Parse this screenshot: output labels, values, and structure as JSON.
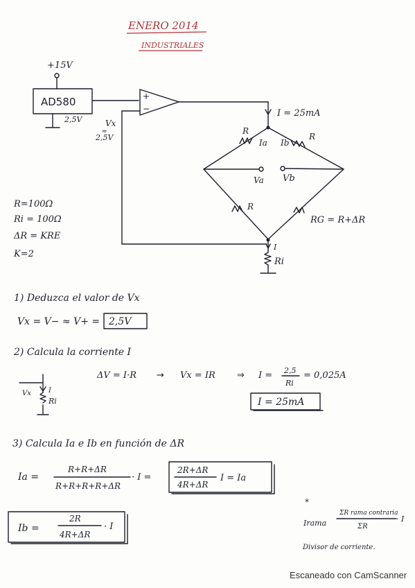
{
  "header": {
    "title": "ENERO 2014",
    "subtitle": "INDUSTRIALES"
  },
  "circuit": {
    "supply": "+15V",
    "chip": "AD580",
    "chip_out": "2,5V",
    "vx_label": "Vx",
    "vx_approx": "≈",
    "vx_value": "2,5V",
    "opamp_plus": "+",
    "opamp_minus": "−",
    "current": "I = 25mA",
    "r_top_left": "R",
    "r_top_right": "R",
    "ia": "Ia",
    "ib": "Ib",
    "va": "Va",
    "vb": "Vb",
    "r_bottom_left": "R",
    "rg": "RG = R+ΔR",
    "i_bottom": "I",
    "ri": "Ri"
  },
  "givens": [
    "R=100Ω",
    "Ri = 100Ω",
    "ΔR = KRE",
    "K=2"
  ],
  "q1": {
    "title": "1) Deduzca el valor de Vx",
    "expr": "Vx = V− ≈ V+ =",
    "answer": "2,5V"
  },
  "q2": {
    "title": "2) Calcula la corriente I",
    "mini_vx": "Vx",
    "mini_i": "I",
    "mini_ri": "Ri",
    "eq_dv": "ΔV = I·R",
    "arrow1": "→",
    "eq_vx": "Vx = IR",
    "arrow2": "⇒",
    "eq_i": "I =",
    "frac_num": "2,5",
    "frac_den": "Ri",
    "eq_res": "= 0,025A",
    "answer": "I = 25mA"
  },
  "q3": {
    "title": "3) Calcula Ia e Ib en función de ΔR",
    "ia_lhs": "Ia =",
    "ia_num": "R+R+ΔR",
    "ia_den": "R+R+R+R+ΔR",
    "ia_times": "· I =",
    "box_num": "2R+ΔR",
    "box_den": "4R+ΔR",
    "box_tail": "I = Ia",
    "ib_lhs": "Ib =",
    "ib_num": "2R",
    "ib_den": "4R+ΔR",
    "ib_tail": "· I"
  },
  "side_note": {
    "star": "*",
    "irama": "Irama",
    "num": "ΣR rama contraria",
    "den": "ΣR",
    "tail": "· I",
    "caption": "Divisor de corriente."
  },
  "footer": "Escaneado con CamScanner"
}
